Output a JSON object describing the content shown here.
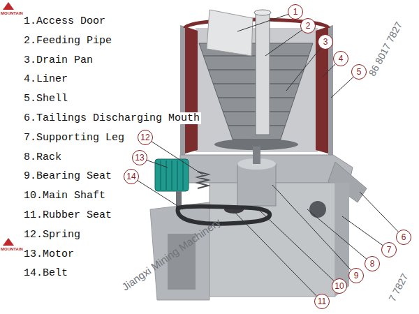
{
  "diagram": {
    "nodes": [
      {
        "text": [
          "1"
        ]
      },
      {
        "text": [
          "2"
        ]
      },
      {
        "text": [
          "3"
        ]
      },
      {
        "text": [
          "4"
        ]
      },
      {
        "text": [
          "5"
        ]
      },
      {
        "text": [
          "6"
        ]
      },
      {
        "text": [
          "7"
        ]
      },
      {
        "text": [
          "8"
        ]
      },
      {
        "text": [
          "9"
        ]
      },
      {
        "text": [
          "10"
        ]
      },
      {
        "text": [
          "11"
        ]
      },
      {
        "text": [
          "12"
        ]
      },
      {
        "text": [
          "13"
        ]
      },
      {
        "text": [
          "14"
        ]
      }
    ],
    "labels": [
      "1.Access Door",
      "2.Feeding Pipe",
      "3.Drain Pan",
      "4.Liner",
      "5.Shell",
      "6.Tailings Discharging Mouth",
      "7.Supporting Leg",
      "8.Rack",
      "9.Bearing Seat",
      "10.Main Shaft",
      "11.Rubber Seat",
      "12.Spring",
      "13.Motor",
      "14.Belt",
      "MOUNTAIN",
      "MOUNTAIN",
      "Jiangxi Mining Machinery",
      "86 8017 7827",
      "7 7827"
    ]
  }
}
